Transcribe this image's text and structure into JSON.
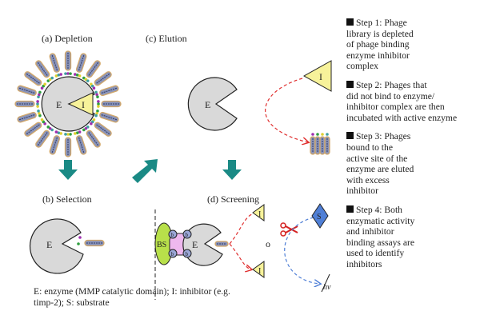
{
  "panels": {
    "a": {
      "title": "(a) Depletion",
      "enzyme": "E",
      "inhibitor": "I"
    },
    "b": {
      "title": "(b) Selection",
      "enzyme": "E"
    },
    "c": {
      "title": "(c) Elution",
      "enzyme": "E",
      "inhibitor": "I"
    },
    "d": {
      "title": "(d) Screening",
      "enzyme": "E",
      "binding_site": "BS",
      "biotin": "b",
      "inhibitor": "I",
      "substrate": "S",
      "or_label": "o",
      "light_label": "hν"
    }
  },
  "steps": [
    {
      "lines": [
        "Step 1: Phage",
        "library is depleted",
        "of phage binding",
        "enzyme inhibitor",
        "complex"
      ]
    },
    {
      "lines": [
        "Step 2: Phages that",
        "did not bind to enzyme/",
        "inhibitor complex are then",
        "incubated with active enzyme"
      ]
    },
    {
      "lines": [
        "Step 3: Phages",
        "bound to the",
        "active site of the",
        "enzyme are eluted",
        "with excess",
        "inhibitor"
      ]
    },
    {
      "lines": [
        "Step 4: Both",
        "enzymatic activity",
        "and inhibitor",
        "binding assays are",
        "used to identify",
        "inhibitors"
      ]
    }
  ],
  "caption": {
    "lines": [
      "E: enzyme (MMP catalytic domain); I: inhibitor (e.g.",
      "timp-2); S: substrate"
    ]
  },
  "colors": {
    "enzyme": "#d9d9d9",
    "inhibitor": "#f7f29a",
    "arrow": "#1a8a85",
    "elution_path": "#e03030",
    "substrate": "#4f7fd6",
    "substrate_path": "#4f7fd6",
    "binding_site": "#b8e04a",
    "linker": "#eeb8ee",
    "biotin": "#9aa6d6"
  }
}
